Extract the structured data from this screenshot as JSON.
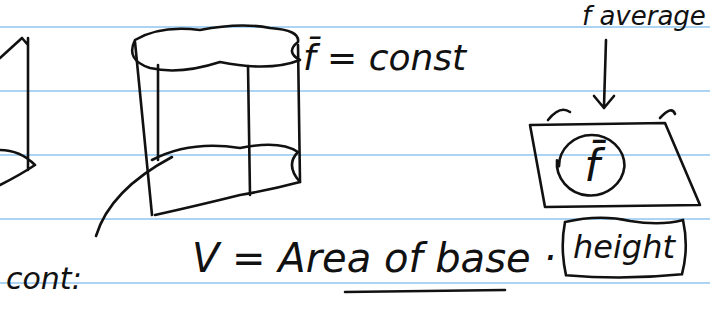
{
  "diagram": {
    "nodes": [
      {
        "text": [
          "f̄"
        ]
      },
      {
        "text": [
          "height"
        ]
      }
    ],
    "labels": [
      "f̄ = const",
      "f average",
      "cont:",
      "V = Area of base ·"
    ]
  }
}
